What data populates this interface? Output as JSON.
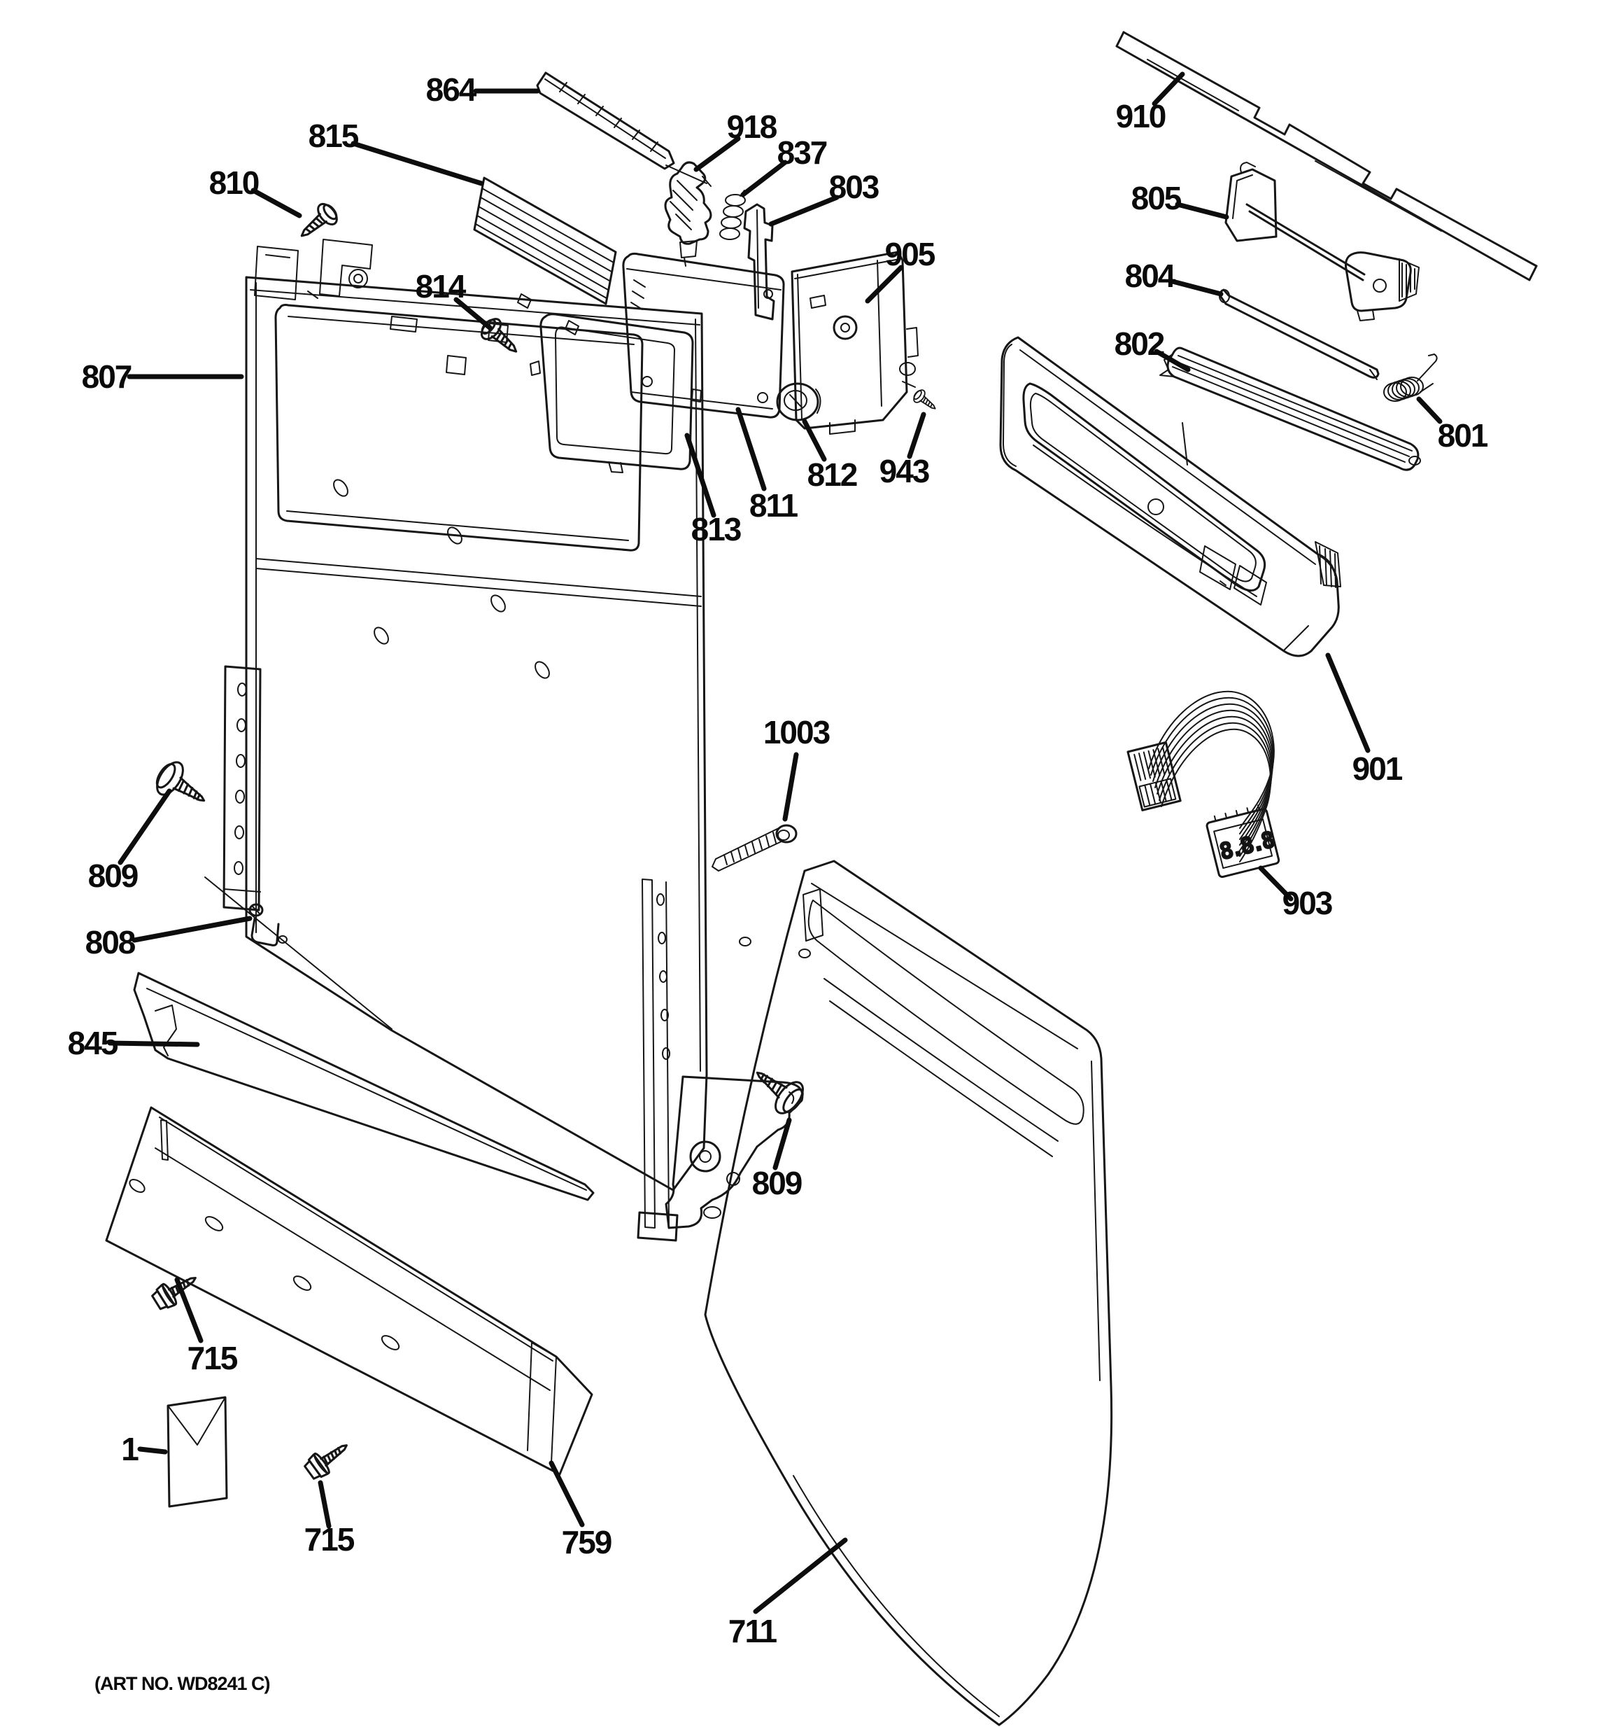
{
  "diagram": {
    "art_no": "(ART NO. WD8241 C)",
    "display_text": "8.8.8"
  },
  "callouts": [
    {
      "id": "864",
      "label": "864"
    },
    {
      "id": "815",
      "label": "815"
    },
    {
      "id": "810",
      "label": "810"
    },
    {
      "id": "814",
      "label": "814"
    },
    {
      "id": "918",
      "label": "918"
    },
    {
      "id": "837",
      "label": "837"
    },
    {
      "id": "803",
      "label": "803"
    },
    {
      "id": "905",
      "label": "905"
    },
    {
      "id": "910",
      "label": "910"
    },
    {
      "id": "805",
      "label": "805"
    },
    {
      "id": "804",
      "label": "804"
    },
    {
      "id": "802",
      "label": "802"
    },
    {
      "id": "801",
      "label": "801"
    },
    {
      "id": "901",
      "label": "901"
    },
    {
      "id": "903",
      "label": "903"
    },
    {
      "id": "1003",
      "label": "1003"
    },
    {
      "id": "807",
      "label": "807"
    },
    {
      "id": "809L",
      "label": "809"
    },
    {
      "id": "808",
      "label": "808"
    },
    {
      "id": "845",
      "label": "845"
    },
    {
      "id": "715a",
      "label": "715"
    },
    {
      "id": "1",
      "label": "1"
    },
    {
      "id": "715b",
      "label": "715"
    },
    {
      "id": "759",
      "label": "759"
    },
    {
      "id": "711",
      "label": "711"
    },
    {
      "id": "809R",
      "label": "809"
    },
    {
      "id": "813",
      "label": "813"
    },
    {
      "id": "811",
      "label": "811"
    },
    {
      "id": "812",
      "label": "812"
    },
    {
      "id": "943",
      "label": "943"
    }
  ]
}
